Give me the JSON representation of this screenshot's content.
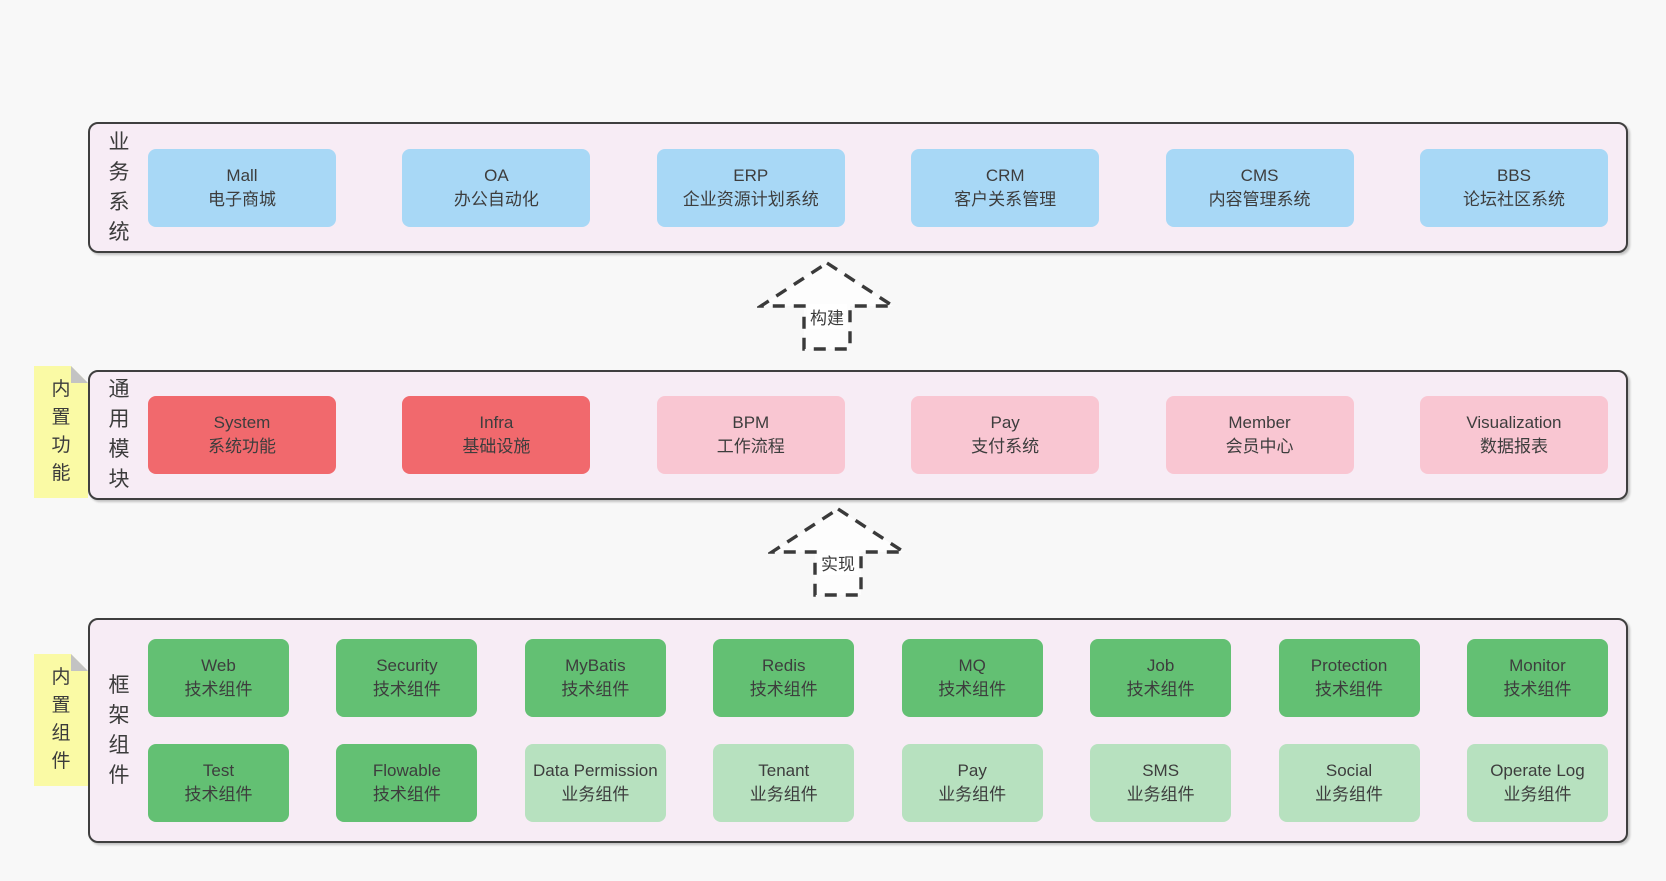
{
  "business_layer": {
    "title": "业务系统",
    "boxes": [
      {
        "en": "Mall",
        "cn": "电子商城"
      },
      {
        "en": "OA",
        "cn": "办公自动化"
      },
      {
        "en": "ERP",
        "cn": "企业资源计划系统"
      },
      {
        "en": "CRM",
        "cn": "客户关系管理"
      },
      {
        "en": "CMS",
        "cn": "内容管理系统"
      },
      {
        "en": "BBS",
        "cn": "论坛社区系统"
      }
    ]
  },
  "arrows": {
    "build": "构建",
    "implement": "实现"
  },
  "common_layer": {
    "title": "通用模块",
    "sticky": "内置功能",
    "boxes": [
      {
        "en": "System",
        "cn": "系统功能"
      },
      {
        "en": "Infra",
        "cn": "基础设施"
      },
      {
        "en": "BPM",
        "cn": "工作流程"
      },
      {
        "en": "Pay",
        "cn": "支付系统"
      },
      {
        "en": "Member",
        "cn": "会员中心"
      },
      {
        "en": "Visualization",
        "cn": "数据报表"
      }
    ]
  },
  "framework_layer": {
    "title": "框架组件",
    "sticky": "内置组件",
    "row1": [
      {
        "en": "Web",
        "cn": "技术组件"
      },
      {
        "en": "Security",
        "cn": "技术组件"
      },
      {
        "en": "MyBatis",
        "cn": "技术组件"
      },
      {
        "en": "Redis",
        "cn": "技术组件"
      },
      {
        "en": "MQ",
        "cn": "技术组件"
      },
      {
        "en": "Job",
        "cn": "技术组件"
      },
      {
        "en": "Protection",
        "cn": "技术组件"
      },
      {
        "en": "Monitor",
        "cn": "技术组件"
      }
    ],
    "row2": [
      {
        "en": "Test",
        "cn": "技术组件"
      },
      {
        "en": "Flowable",
        "cn": "技术组件"
      },
      {
        "en": "Data Permission",
        "cn": "业务组件"
      },
      {
        "en": "Tenant",
        "cn": "业务组件"
      },
      {
        "en": "Pay",
        "cn": "业务组件"
      },
      {
        "en": "SMS",
        "cn": "业务组件"
      },
      {
        "en": "Social",
        "cn": "业务组件"
      },
      {
        "en": "Operate Log",
        "cn": "业务组件"
      }
    ]
  },
  "colors": {
    "background": "#f8f8f8",
    "container_fill": "#f7ecf5",
    "container_border": "#3f3f3f",
    "system_blue": "#a8d8f6",
    "module_red": "#f1696d",
    "module_pink": "#f9c6d2",
    "component_green": "#63c073",
    "component_light_green": "#b7e1bf",
    "sticky_yellow": "#fafaa5",
    "text": "#3b3b3b"
  }
}
